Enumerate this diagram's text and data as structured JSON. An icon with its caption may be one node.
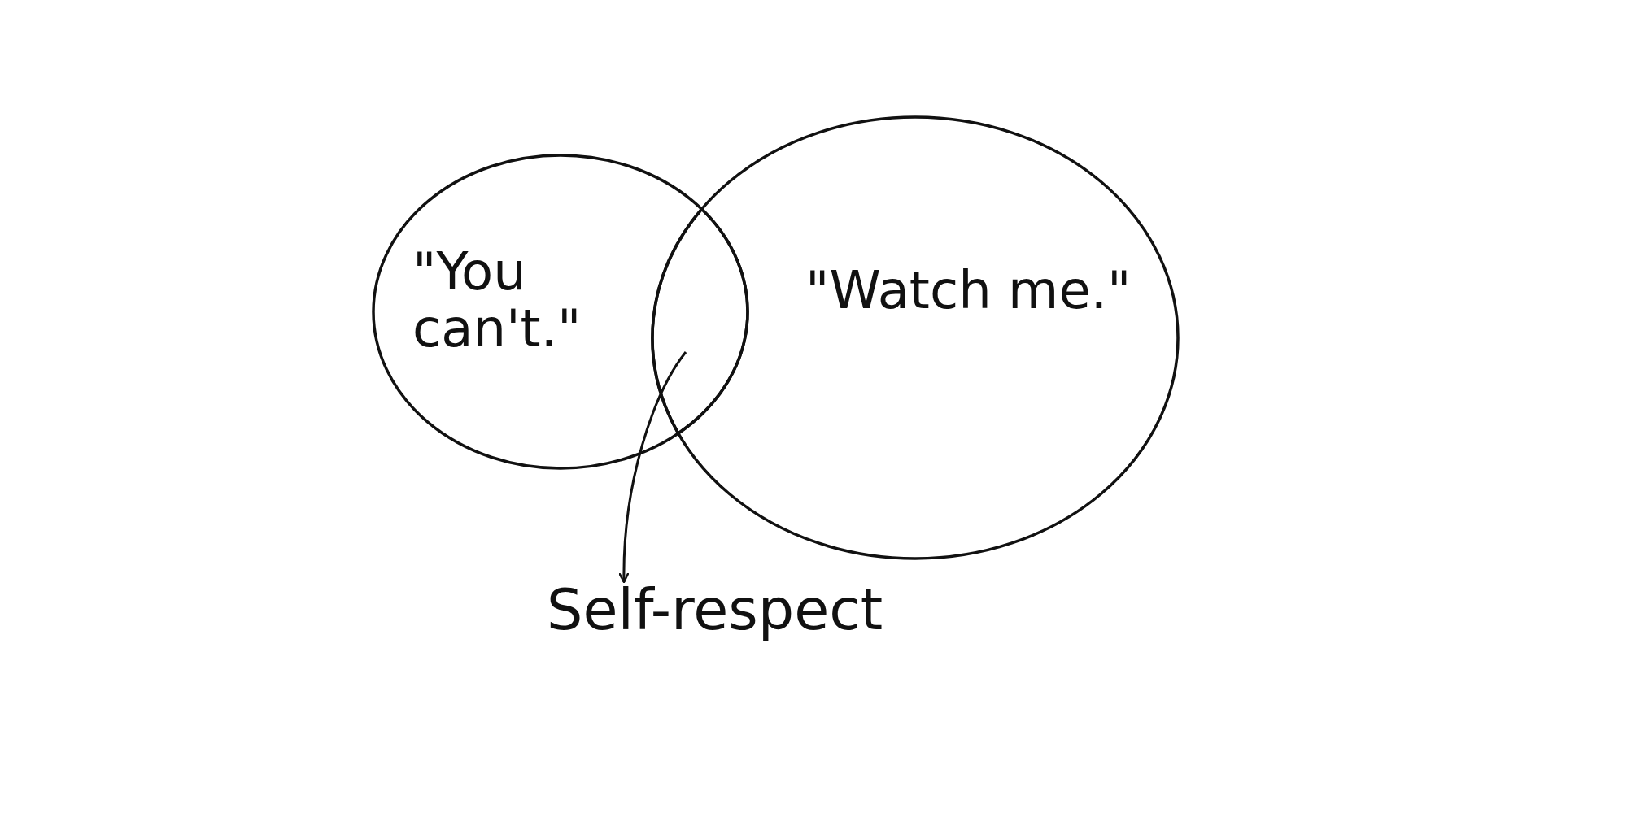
{
  "diagram": {
    "nodes": [
      {
        "text": [
          "\"You can't.\""
        ]
      },
      {
        "text": [
          "\"Watch me.\""
        ]
      },
      {
        "text": [],
        "shape": "lens"
      },
      {
        "text": [
          "Self-respect"
        ]
      }
    ],
    "edges": [
      {
        "from": 2,
        "to": 3,
        "arrow": "to"
      }
    ]
  }
}
